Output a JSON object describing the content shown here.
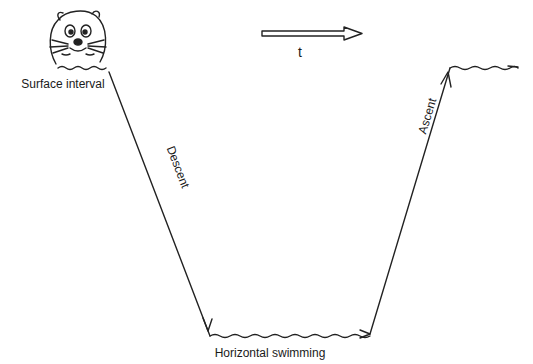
{
  "diagram": {
    "labels": [
      "t",
      "Surface interval",
      "Descent",
      "Horizontal swimming",
      "Ascent"
    ]
  }
}
